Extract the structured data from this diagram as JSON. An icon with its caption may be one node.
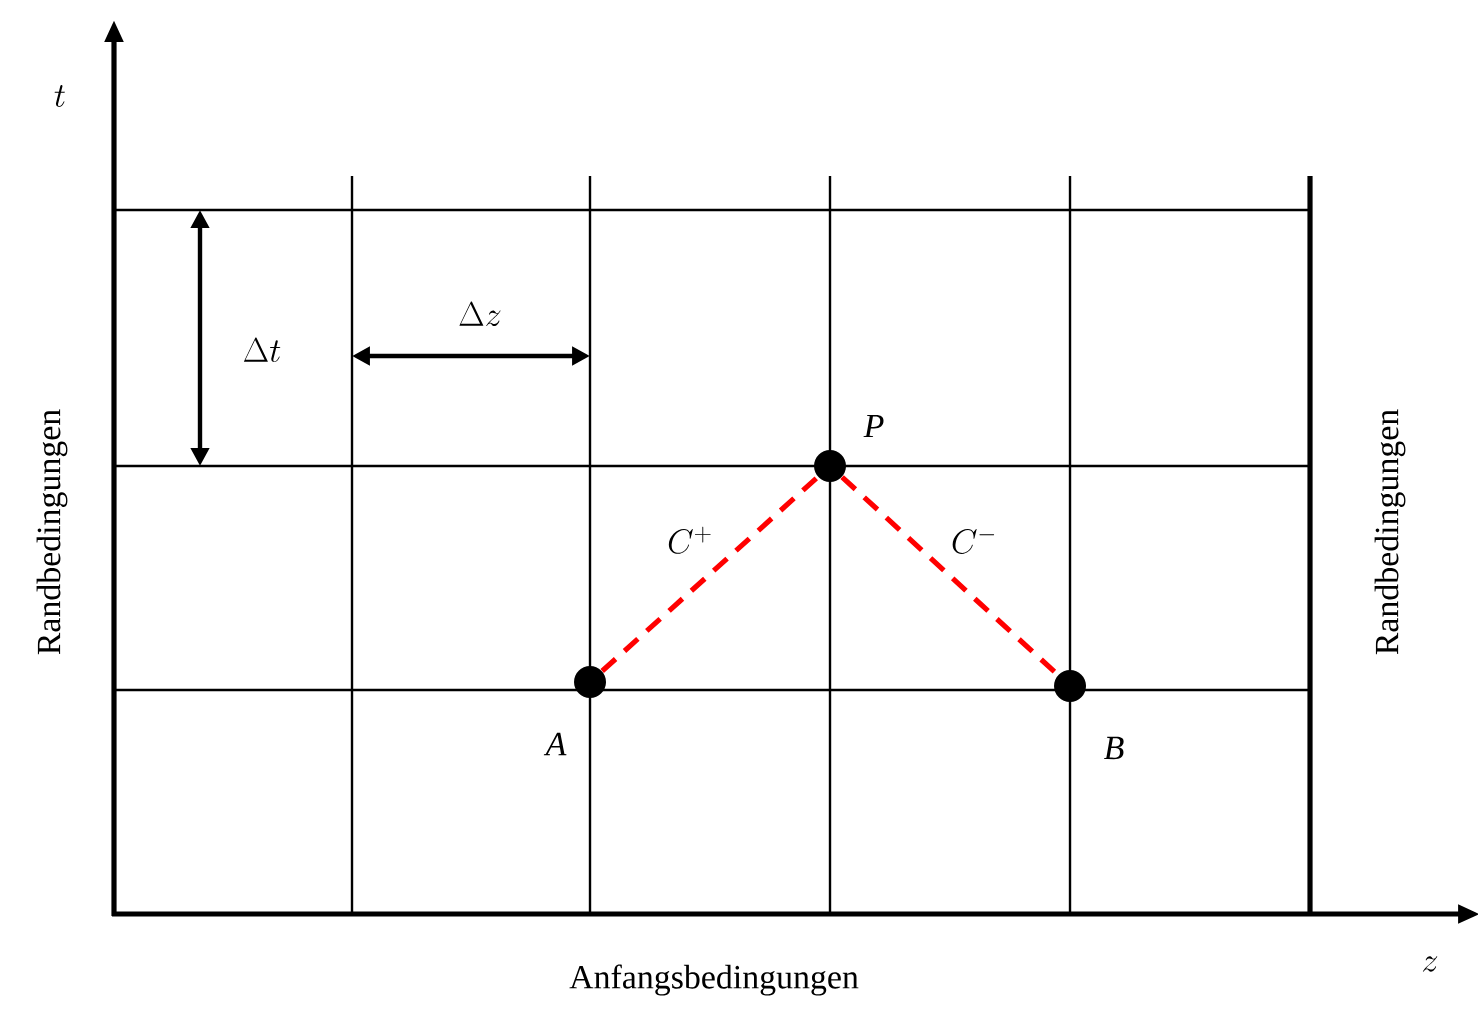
{
  "diagram": {
    "nodes": [
      {
        "text": [],
        "shape": "circle",
        "beside": [
          "P"
        ]
      },
      {
        "text": [],
        "shape": "circle",
        "beside": [
          "A"
        ]
      },
      {
        "text": [],
        "shape": "circle",
        "beside": [
          "B"
        ]
      }
    ],
    "edges": [
      {
        "from": 1,
        "to": 0,
        "arrow": "none",
        "style": "dashed",
        "color": "#ff0000",
        "label": "C^{+}"
      },
      {
        "from": 0,
        "to": 2,
        "arrow": "none",
        "style": "dashed",
        "color": "#ff0000",
        "label": "C^{-}"
      }
    ],
    "labels": [
      "t",
      "z",
      "\\Delta t",
      "\\Delta z",
      "Randbedingungen",
      "Randbedingungen",
      "Anfangsbedingungen"
    ]
  }
}
